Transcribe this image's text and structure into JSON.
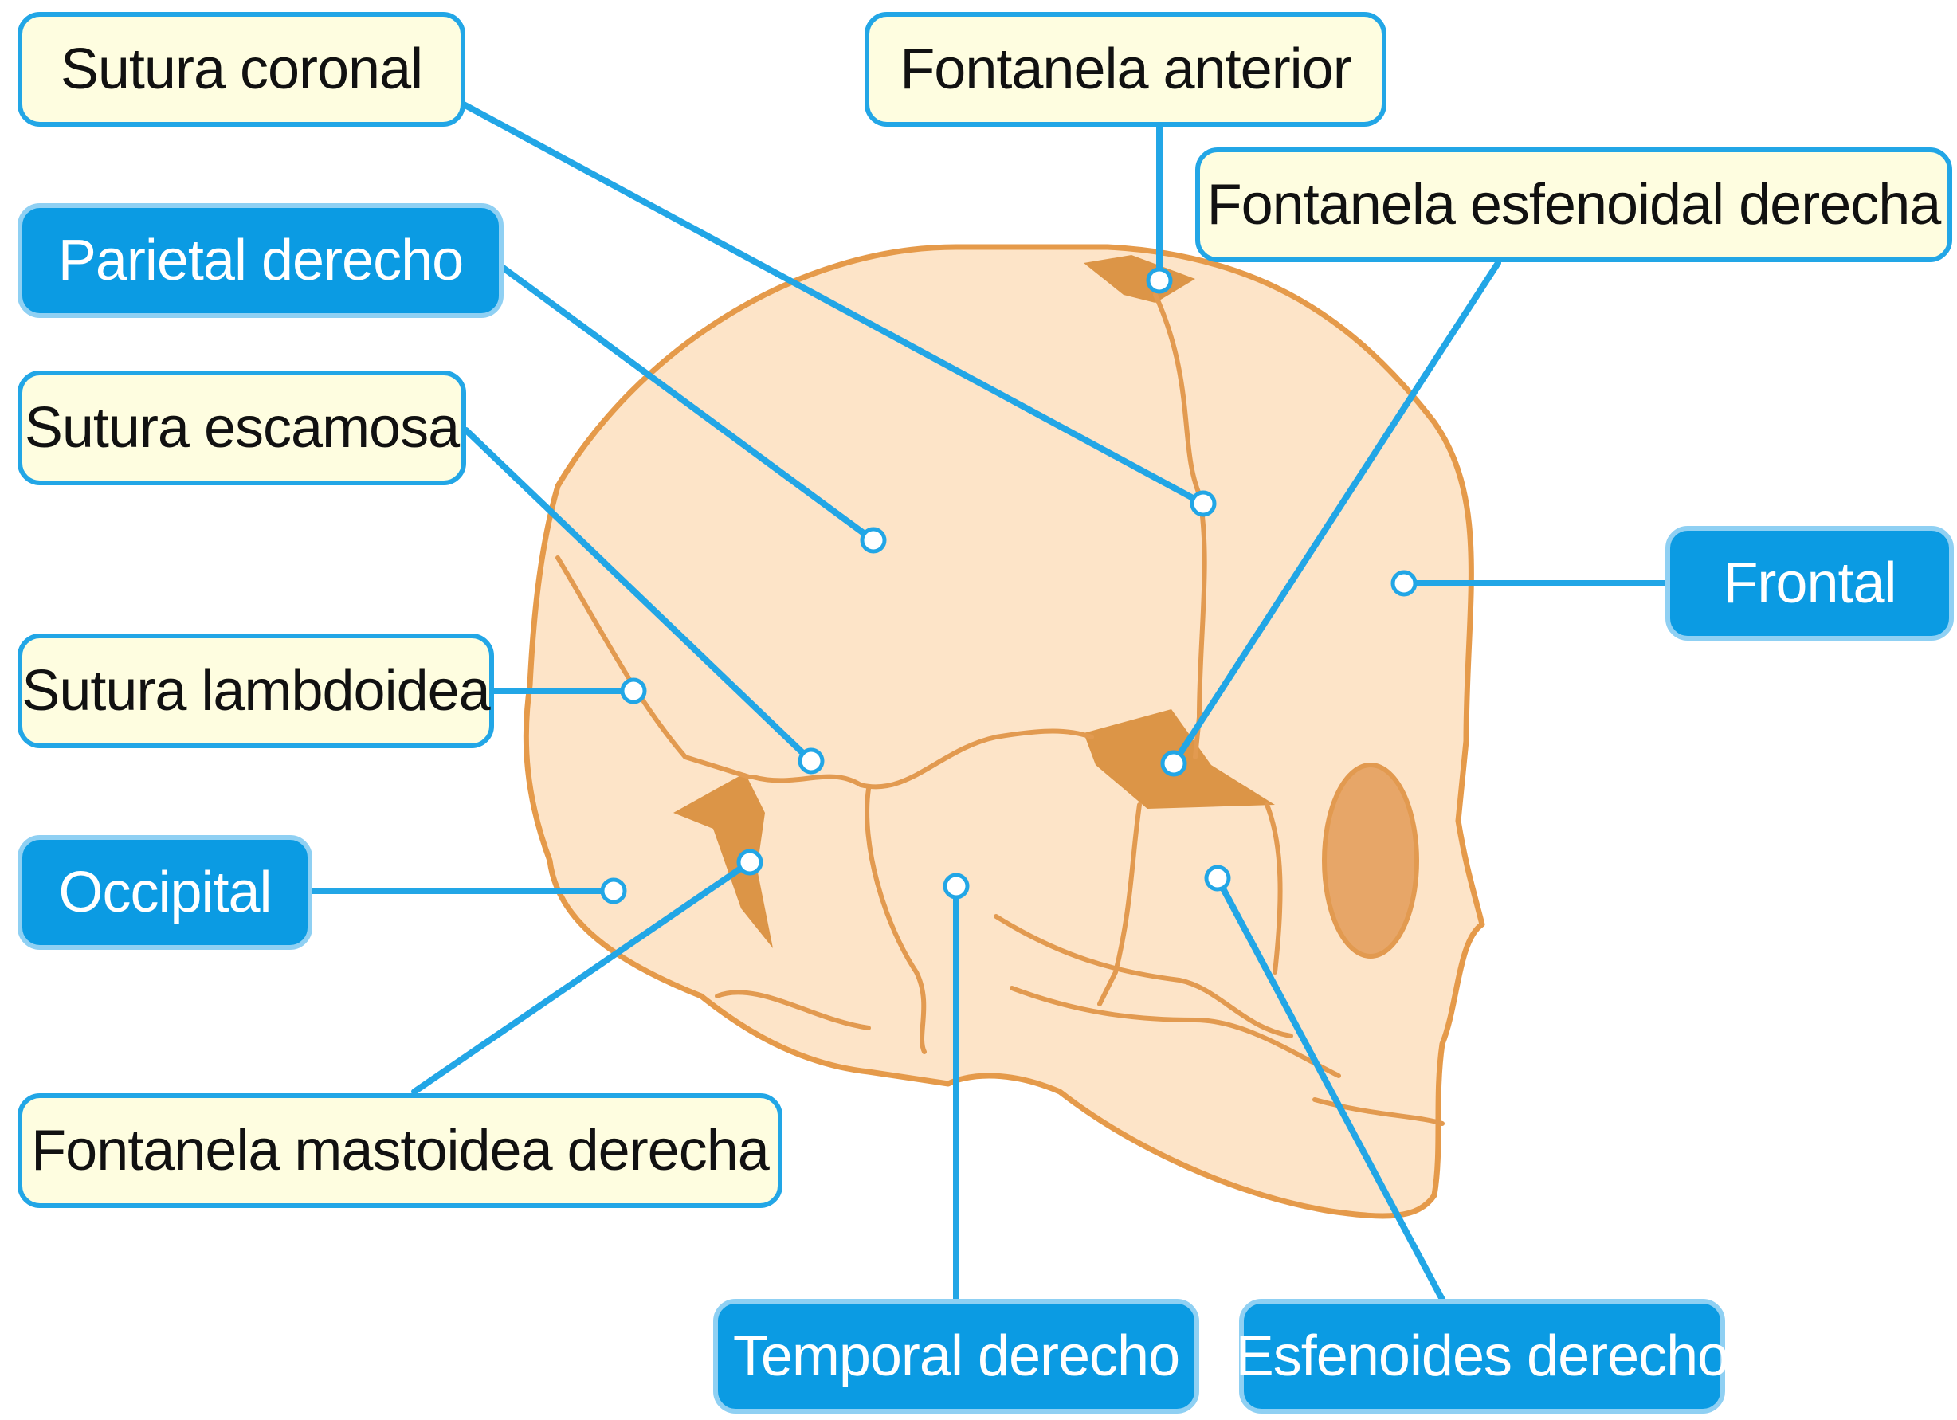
{
  "labels": {
    "sutura_coronal": "Sutura coronal",
    "fontanela_anterior": "Fontanela anterior",
    "fontanela_esfenoidal_derecha": "Fontanela esfenoidal derecha",
    "parietal_derecho": "Parietal derecho",
    "sutura_escamosa": "Sutura escamosa",
    "frontal": "Frontal",
    "sutura_lambdoidea": "Sutura lambdoidea",
    "occipital": "Occipital",
    "fontanela_mastoidea_derecha": "Fontanela mastoidea derecha",
    "temporal_derecho": "Temporal derecho",
    "esfenoides_derecho": "Esfenoides derecho"
  },
  "colors": {
    "bone_fill": "#fde4c8",
    "bone_outline": "#e59a4a",
    "fontanel": "#dc9547",
    "leader_line": "#22a6e6",
    "label_light_fill": "#fefde0",
    "label_dark_fill": "#0b9be3"
  }
}
